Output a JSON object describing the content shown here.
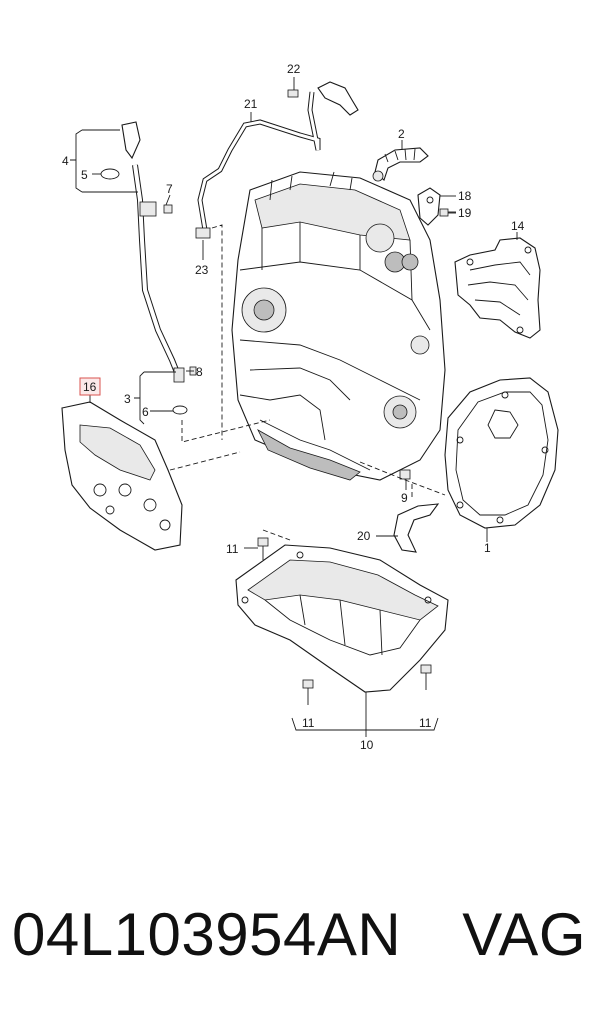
{
  "diagram": {
    "labels": {
      "l1": "1",
      "l2": "2",
      "l3": "3",
      "l4": "4",
      "l5": "5",
      "l6": "6",
      "l7": "7",
      "l8": "8",
      "l9": "9",
      "l10": "10",
      "l11a": "11",
      "l11b": "11",
      "l11c": "11",
      "l14": "14",
      "l16": "16",
      "l18": "18",
      "l19": "19",
      "l20": "20",
      "l21": "21",
      "l22": "22",
      "l23": "23"
    },
    "highlight_color": "#d9534f"
  },
  "footer": {
    "part_number": "04L103954AN",
    "brand": "VAG"
  }
}
